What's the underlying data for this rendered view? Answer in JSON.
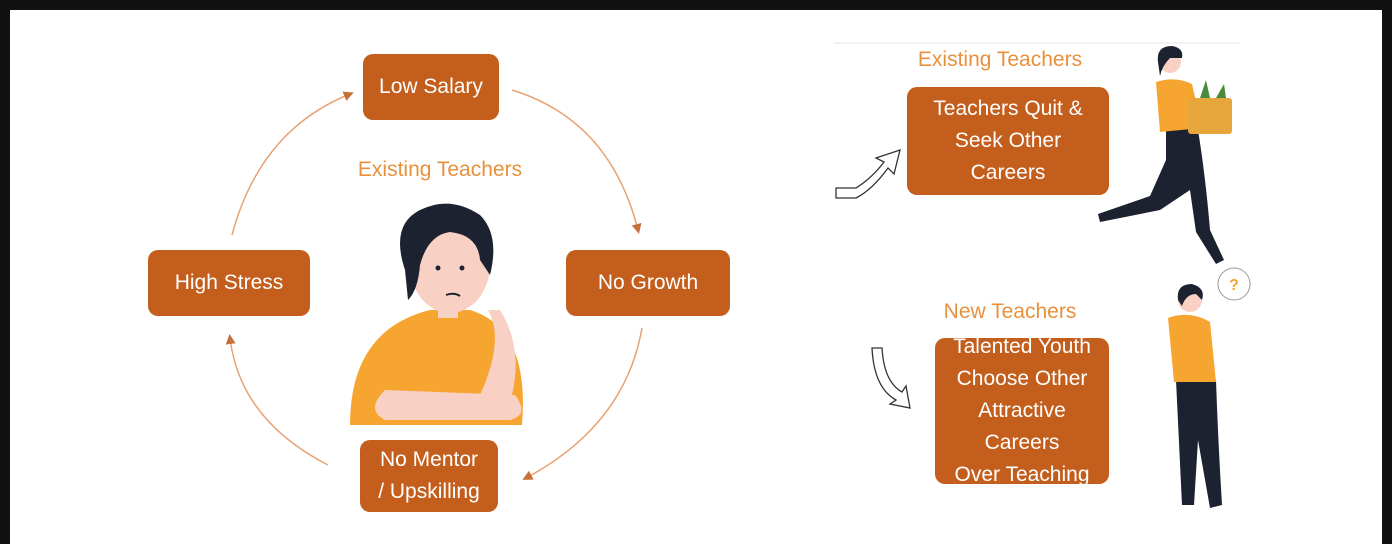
{
  "colors": {
    "box_fill": "#c45e1c",
    "box_text": "#ffffff",
    "heading": "#e8913c",
    "arrow": "#e8a272",
    "shirt": "#f7a531",
    "hair": "#1c2230",
    "skin": "#f9d1c4"
  },
  "cycle": {
    "center_label": "Existing Teachers",
    "nodes": {
      "top": "Low Salary",
      "right": "No Growth",
      "bottom_line1": "No Mentor",
      "bottom_line2": "/ Upskilling",
      "left": "High Stress"
    },
    "center_figure_icon": "thinking-person-illustration"
  },
  "outcomes": {
    "existing": {
      "heading": "Existing Teachers",
      "lines": [
        "Teachers Quit &",
        "Seek Other",
        "Careers"
      ],
      "figure_icon": "person-leaving-with-box-illustration"
    },
    "new": {
      "heading": "New Teachers",
      "lines": [
        "Talented Youth",
        "Choose Other",
        "Attractive Careers",
        "Over Teaching"
      ],
      "figure_icon": "person-thinking-question-illustration",
      "bubble_text": "?"
    }
  }
}
